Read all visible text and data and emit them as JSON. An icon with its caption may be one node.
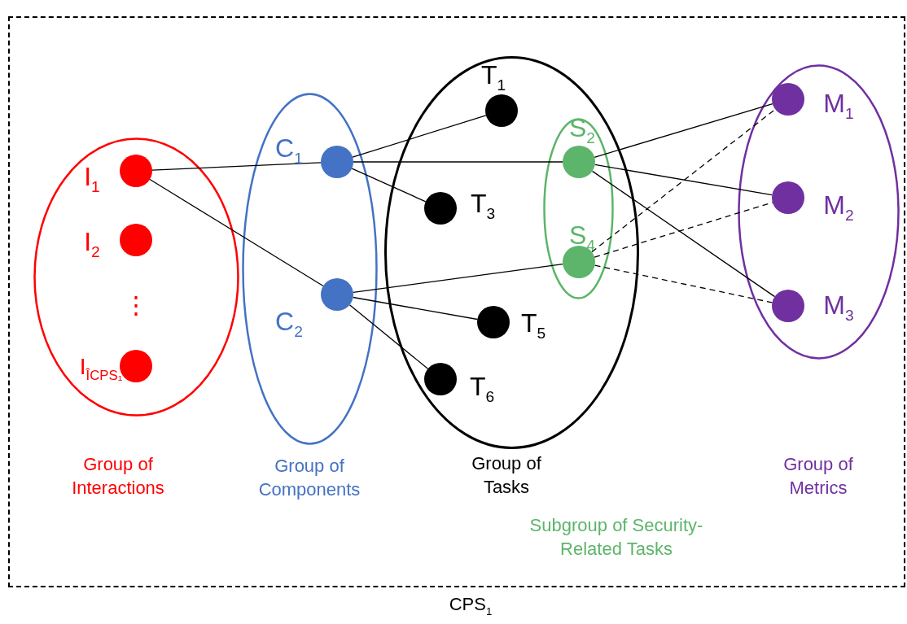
{
  "diagram": {
    "nodes": [
      {
        "text": [
          "CPS$_{1}$"
        ]
      },
      {
        "text": [],
        "shape": "ellipse",
        "beside": [
          "Group of Interactions"
        ],
        "in": 0
      },
      {
        "text": [
          "I$_{1}$"
        ],
        "in": 1
      },
      {
        "text": [
          "I$_{2}$"
        ],
        "in": 1
      },
      {
        "text": [
          "I$_{ÎCPS₁}$"
        ],
        "in": 1
      },
      {
        "text": [],
        "shape": "ellipse",
        "beside": [
          "Group of Components"
        ],
        "in": 0
      },
      {
        "text": [
          "C$_{1}$"
        ],
        "in": 5
      },
      {
        "text": [
          "C$_{2}$"
        ],
        "in": 5
      },
      {
        "text": [],
        "shape": "ellipse",
        "beside": [
          "Group of Tasks"
        ],
        "in": 0
      },
      {
        "text": [
          "T$_{1}$"
        ],
        "in": 8
      },
      {
        "text": [
          "T$_{3}$"
        ],
        "in": 8
      },
      {
        "text": [],
        "shape": "ellipse",
        "in": 8
      },
      {
        "text": [
          "S$_{2}$"
        ],
        "in": 11
      },
      {
        "text": [
          "S$_{4}$"
        ],
        "in": 11
      },
      {
        "text": [
          "T$_{5}$"
        ],
        "in": 8
      },
      {
        "text": [
          "T$_{6}$"
        ],
        "in": 8
      },
      {
        "text": [],
        "shape": "ellipse",
        "in": 0
      },
      {
        "text": [
          "M$_{1}$"
        ],
        "in": 16
      },
      {
        "text": [
          "M$_{2}$"
        ],
        "in": 16
      },
      {
        "text": [
          "M$_{3}$"
        ],
        "in": 16
      }
    ],
    "edges": [
      {
        "from": 2,
        "to": 6,
        "arrow": "none"
      },
      {
        "from": 2,
        "to": 7,
        "arrow": "none"
      },
      {
        "from": 6,
        "to": 9,
        "arrow": "none"
      },
      {
        "from": 6,
        "to": 12,
        "arrow": "none"
      },
      {
        "from": 6,
        "to": 10,
        "arrow": "none"
      },
      {
        "from": 7,
        "to": 13,
        "arrow": "none"
      },
      {
        "from": 7,
        "to": 14,
        "arrow": "none"
      },
      {
        "from": 7,
        "to": 15,
        "arrow": "none"
      },
      {
        "from": 12,
        "to": 17,
        "arrow": "none"
      },
      {
        "from": 12,
        "to": 18,
        "arrow": "none"
      },
      {
        "from": 12,
        "to": 19,
        "arrow": "none"
      },
      {
        "from": 13,
        "to": 17,
        "arrow": "none",
        "style": "dashed"
      },
      {
        "from": 13,
        "to": 18,
        "arrow": "none",
        "style": "dashed"
      },
      {
        "from": 13,
        "to": 19,
        "arrow": "none",
        "style": "dashed"
      }
    ],
    "labels": [
      "⋮",
      "Group of Metrics",
      "Subgroup of Security-Related Tasks"
    ]
  }
}
